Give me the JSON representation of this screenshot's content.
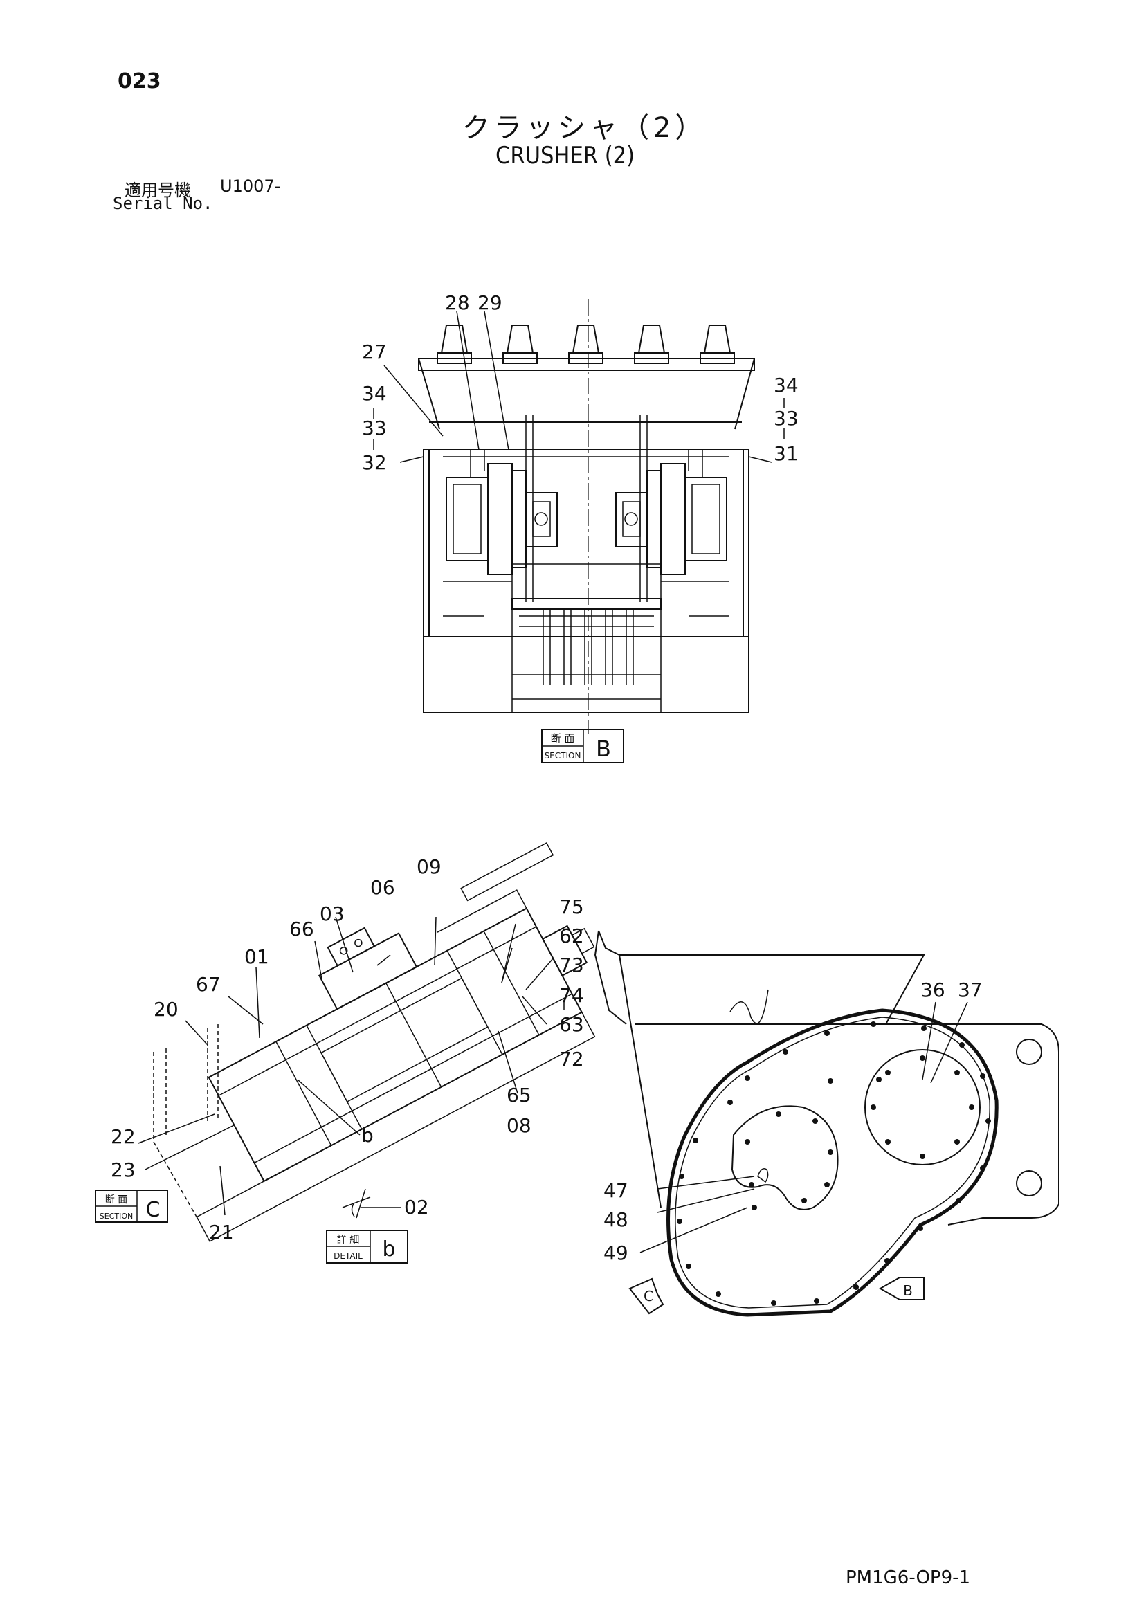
{
  "page_number": "023",
  "title_jp": "クラッシャ（2）",
  "title_en": "CRUSHER (2)",
  "serial": {
    "label_jp": "適用号機",
    "value": "U1007-",
    "label_en": "Serial No."
  },
  "doc_code": "PM1G6-OP9-1",
  "section_labels": {
    "section_jp": "断 面",
    "section_en": "SECTION",
    "detail_jp": "詳 細",
    "detail_en": "DETAIL"
  },
  "view_b": {
    "letter": "B",
    "callouts": {
      "c28": "28",
      "c29": "29",
      "c27": "27",
      "c34l": "34",
      "c33l": "33",
      "c32": "32",
      "c34r": "34",
      "c33r": "33",
      "c31": "31"
    }
  },
  "view_c": {
    "letter": "C",
    "callouts": {
      "c09": "09",
      "c06": "06",
      "c03": "03",
      "c66": "66",
      "c01": "01",
      "c67": "67",
      "c20": "20",
      "c22": "22",
      "c23": "23",
      "c21": "21",
      "c75": "75",
      "c62": "62",
      "c73": "73",
      "c74": "74",
      "c63": "63",
      "c72": "72",
      "c65": "65",
      "c08": "08",
      "cb": "b"
    }
  },
  "detail_b": {
    "letter": "b",
    "callout": "02"
  },
  "side_view": {
    "callouts": {
      "c36": "36",
      "c37": "37",
      "c47": "47",
      "c48": "48",
      "c49": "49"
    },
    "arrow_c": "C",
    "arrow_b": "B"
  }
}
